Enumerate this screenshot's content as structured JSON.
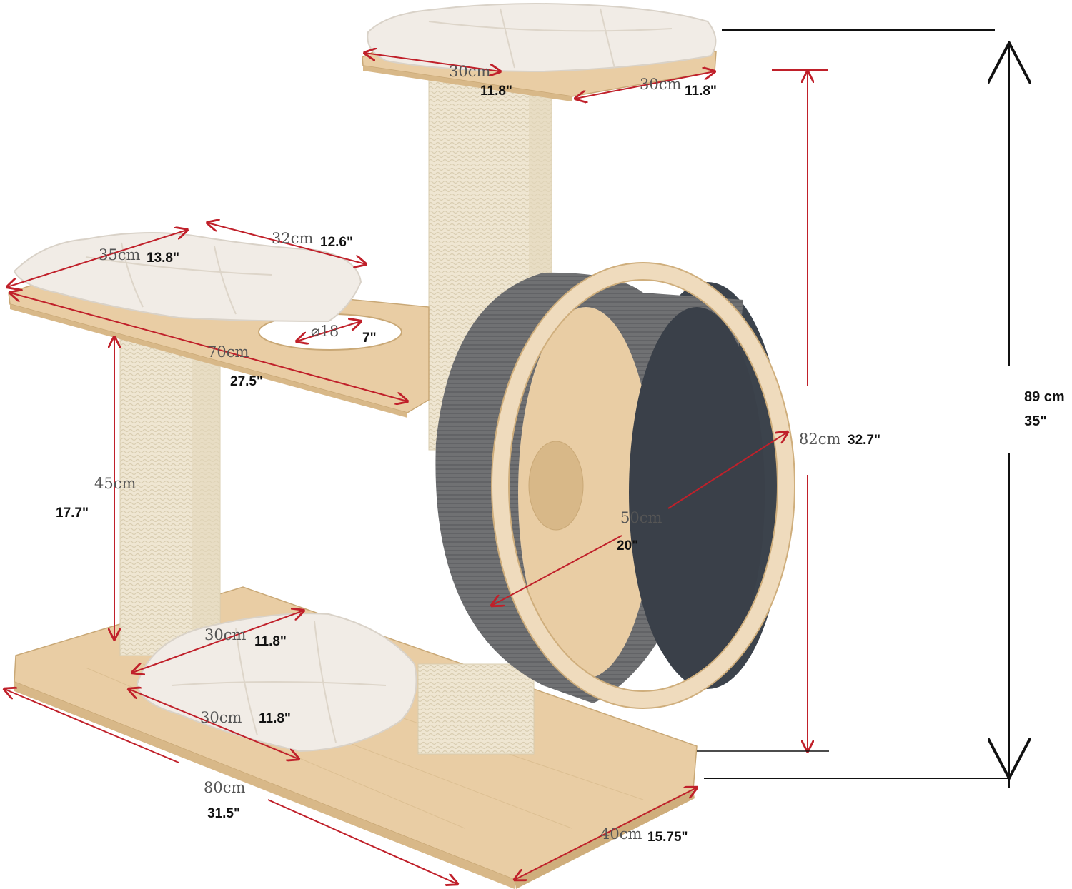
{
  "colors": {
    "wood": "#e9cda4",
    "wood_dark": "#d8b888",
    "sisal": "#efe6d2",
    "cushion": "#f1ece6",
    "carpet": "#3c434c",
    "wheel_outer_carpet": "#6d6e70",
    "dimension_arrow": "#c0202a",
    "height_arrow": "#111111"
  },
  "dimensions": {
    "top_platform_w_cm": "30cm",
    "top_platform_w_in": "11.8\"",
    "top_platform_d_cm": "30cm",
    "top_platform_d_in": "11.8\"",
    "mid_cushion_w_cm": "32cm",
    "mid_cushion_w_in": "12.6\"",
    "mid_cushion_d_cm": "35cm",
    "mid_cushion_d_in": "13.8\"",
    "hole_cm": "⌀18",
    "hole_in": "7\"",
    "mid_platform_cm": "70cm",
    "mid_platform_in": "27.5\"",
    "post_height_cm": "45cm",
    "post_height_in": "17.7\"",
    "wheel_dia_cm": "50cm",
    "wheel_dia_in": "20\"",
    "wheel_height_cm": "82cm",
    "wheel_height_in": "32.7\"",
    "total_height_cm": "89 cm",
    "total_height_in": "35\"",
    "base_cushion_w_cm": "30cm",
    "base_cushion_w_in": "11.8\"",
    "base_cushion_d_cm": "30cm",
    "base_cushion_d_in": "11.8\"",
    "base_length_cm": "80cm",
    "base_length_in": "31.5\"",
    "base_depth_cm": "40cm",
    "base_depth_in": "15.75\""
  }
}
